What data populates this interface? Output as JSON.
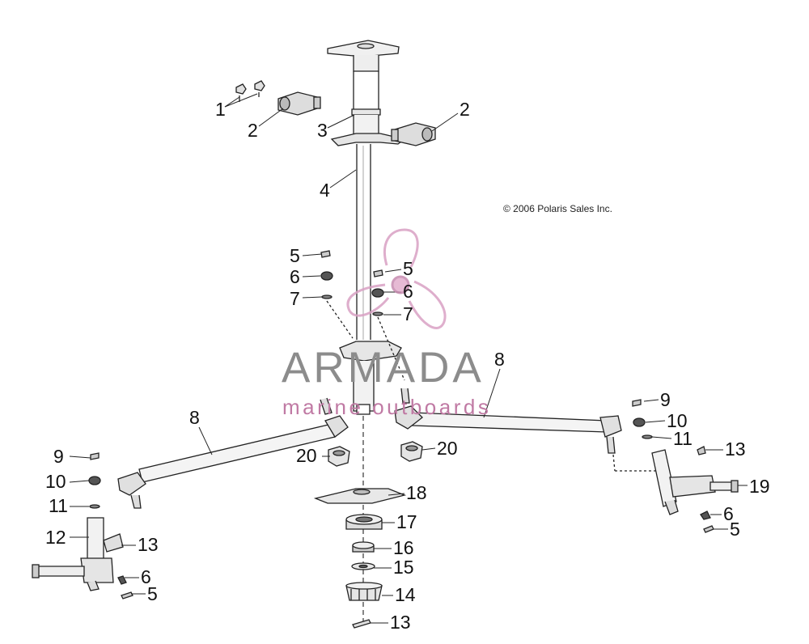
{
  "copyright": "© 2006 Polaris Sales Inc.",
  "watermark": {
    "brand": "ARMADA",
    "tagline": "marine outboards",
    "logo_icon": "propeller-icon",
    "brand_color": "#8c8c8c",
    "accent_color": "#c07aa4"
  },
  "callouts": {
    "c1": "1",
    "c2a": "2",
    "c2b": "2",
    "c3": "3",
    "c4": "4",
    "c5a": "5",
    "c6a": "6",
    "c7a": "7",
    "c5b": "5",
    "c6b": "6",
    "c7b": "7",
    "c8l": "8",
    "c8r": "8",
    "c9l": "9",
    "c10l": "10",
    "c11l": "11",
    "c12": "12",
    "c13l": "13",
    "c6l": "6",
    "c5l": "5",
    "c20l": "20",
    "c20r": "20",
    "c18": "18",
    "c17": "17",
    "c16": "16",
    "c15": "15",
    "c14": "14",
    "c13b": "13",
    "c9r": "9",
    "c10r": "10",
    "c11r": "11",
    "c13r": "13",
    "c19": "19",
    "c6r": "6",
    "c5r": "5"
  }
}
